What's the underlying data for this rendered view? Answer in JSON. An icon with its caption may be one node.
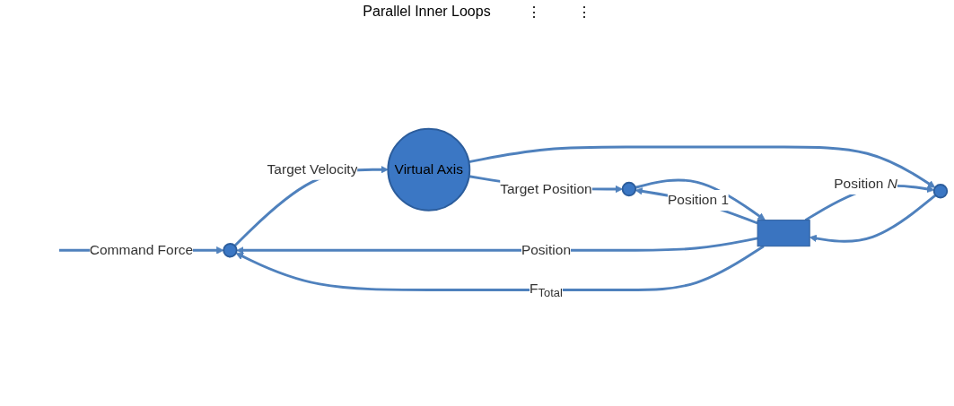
{
  "diagram": {
    "nodes": [
      {
        "text": [],
        "shape": "circle"
      },
      {
        "text": [
          "Virtual Axis"
        ]
      },
      {
        "text": [],
        "shape": "circle"
      },
      {
        "text": [],
        "shape": "circle"
      },
      {
        "text": [],
        "shape": "box"
      }
    ],
    "edges": [
      {
        "from": null,
        "to": 0,
        "arrow": "to",
        "label": "Command Force"
      },
      {
        "from": 0,
        "to": 1,
        "arrow": "to",
        "label": "Target Velocity"
      },
      {
        "from": 1,
        "to": 2,
        "arrow": "to",
        "label": "Target Position"
      },
      {
        "from": 1,
        "to": 3,
        "arrow": "to"
      },
      {
        "from": 2,
        "to": 4,
        "arrow": "to"
      },
      {
        "from": 4,
        "to": 2,
        "arrow": "to",
        "label": "Position 1"
      },
      {
        "from": 3,
        "to": 4,
        "arrow": "to"
      },
      {
        "from": 4,
        "to": 3,
        "arrow": "to",
        "label": "Position *N*"
      },
      {
        "from": 4,
        "to": 0,
        "arrow": "to",
        "label": "Position"
      },
      {
        "from": 4,
        "to": 0,
        "arrow": "to",
        "label": "F$_{Total}$"
      }
    ],
    "labels": [
      "Parallel Inner Loops",
      "⋮",
      "⋮"
    ]
  }
}
